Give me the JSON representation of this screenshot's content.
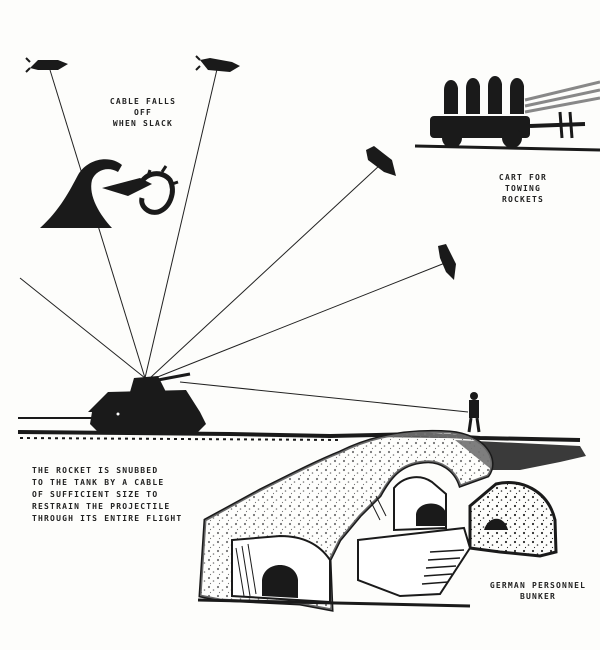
{
  "captions": {
    "cable_falls": [
      "CABLE FALLS OFF",
      "WHEN SLACK"
    ],
    "cart": [
      "CART FOR TOWING",
      "ROCKETS"
    ],
    "rocket_snubbed": [
      "THE ROCKET IS SNUBBED",
      "TO THE TANK BY A CABLE",
      "OF SUFFICIENT SIZE TO",
      "RESTRAIN THE PROJECTILE",
      "THROUGH ITS ENTIRE FLIGHT"
    ],
    "bunker": [
      "GERMAN PERSONNEL",
      "BUNKER"
    ]
  },
  "colors": {
    "ink": "#1a1a1a",
    "paper": "#fdfdfb",
    "stipple": "#2b2b2b"
  },
  "icons": [
    "rocket-icon",
    "tank-icon",
    "grapple-hook-icon",
    "rocket-cart-icon",
    "soldier-icon",
    "bunker-icon"
  ]
}
